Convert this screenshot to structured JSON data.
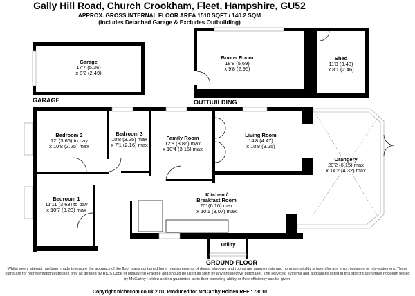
{
  "header": {
    "title": "Gally Hill Road, Church Crookham, Fleet, Hampshire, GU52",
    "area": "APPROX. GROSS INTERNAL FLOOR AREA 1510 SQFT / 140.2 SQM",
    "note": "(Includes Detached Garage & Excludes Outbuilding)"
  },
  "sections": {
    "garage": "GARAGE",
    "outbuilding": "OUTBUILDING",
    "ground_floor": "GROUND FLOOR"
  },
  "rooms": {
    "garage": {
      "name": "Garage",
      "dim1": "17'7 (5.36)",
      "dim2": "x 8'2 (2.49)"
    },
    "bonus": {
      "name": "Bonus Room",
      "dim1": "18'8 (5.69)",
      "dim2": "x 9'8 (2.95)"
    },
    "shed": {
      "name": "Shed",
      "dim1": "11'3 (3.43)",
      "dim2": "x 8'1 (2.46)"
    },
    "bedroom2": {
      "name": "Bedroom 2",
      "dim1": "12' (3.66) to bay",
      "dim2": "x 10'8 (3.25) max"
    },
    "bedroom3": {
      "name": "Bedroom 3",
      "dim1": "10'8 (3.25) max",
      "dim2": "x 7'1 (2.16) max"
    },
    "family": {
      "name": "Family Room",
      "dim1": "12'8 (3.86) max",
      "dim2": "x 10'4 (3.15) max"
    },
    "living": {
      "name": "Living Room",
      "dim1": "14'8 (4.47)",
      "dim2": "x 10'8 (3.25)"
    },
    "orangery": {
      "name": "Orangery",
      "dim1": "20'2 (6.15) max",
      "dim2": "x 14'2 (4.32) max"
    },
    "bedroom1": {
      "name": "Bedroom 1",
      "dim1": "11'11 (3.63) to bay",
      "dim2": "x 10'7 (3.23) max"
    },
    "kitchen": {
      "name1": "Kitchen /",
      "name2": "Breakfast Room",
      "dim1": "20' (6.10) max",
      "dim2": "x 10'1 (3.07) max"
    },
    "utility": {
      "name": "Utility"
    }
  },
  "footer": {
    "disclaimer": "Whilst every attempt has been made to ensure the accuracy of the floor plans contained here, measurements of doors, windows and rooms are approximate and no responsibility is taken for any error, omission or mis-statement. These plans are for representation purposes only as defined by RICS Code of Measuring Practice and should be used as such by any prospective purchaser. The services, systems and appliances listed in this specification have not been tested by McCarthy Holden and no guarantee as to their operating ability or their efficiency can be given.",
    "copyright": "Copyright nichecom.co.uk 2010    Produced for McCarthy Holden    REF : 78010"
  }
}
